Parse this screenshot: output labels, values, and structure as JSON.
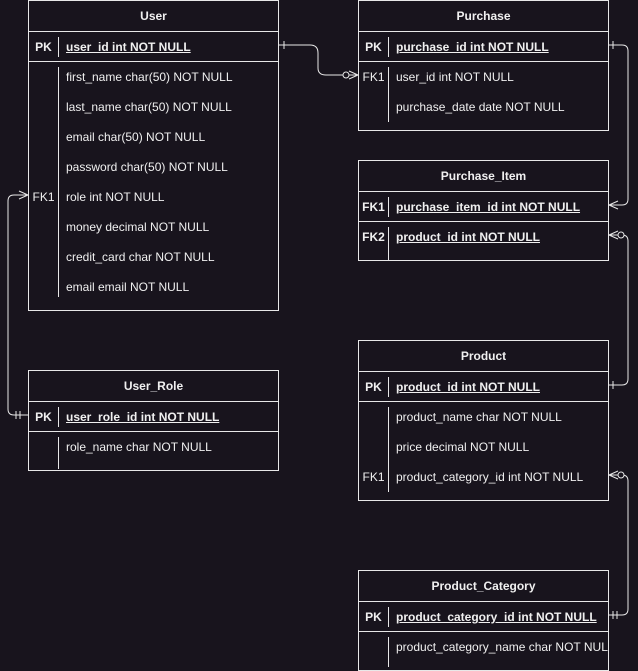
{
  "entities": {
    "user": {
      "title": "User",
      "keys": [
        {
          "key": "PK",
          "name": "user_id int NOT NULL"
        }
      ],
      "attributes": [
        {
          "key": "",
          "name": "first_name char(50) NOT NULL"
        },
        {
          "key": "",
          "name": "last_name char(50) NOT NULL"
        },
        {
          "key": "",
          "name": "email char(50) NOT NULL"
        },
        {
          "key": "",
          "name": "password char(50) NOT NULL"
        },
        {
          "key": "FK1",
          "name": "role int NOT NULL"
        },
        {
          "key": "",
          "name": "money decimal NOT NULL"
        },
        {
          "key": "",
          "name": "credit_card char NOT NULL"
        },
        {
          "key": "",
          "name": "email email NOT NULL"
        }
      ]
    },
    "user_role": {
      "title": "User_Role",
      "keys": [
        {
          "key": "PK",
          "name": "user_role_id int NOT NULL"
        }
      ],
      "attributes": [
        {
          "key": "",
          "name": "role_name char NOT NULL"
        }
      ]
    },
    "purchase": {
      "title": "Purchase",
      "keys": [
        {
          "key": "PK",
          "name": "purchase_id int NOT NULL"
        }
      ],
      "attributes": [
        {
          "key": "FK1",
          "name": "user_id int NOT NULL"
        },
        {
          "key": "",
          "name": "purchase_date date NOT NULL"
        }
      ]
    },
    "purchase_item": {
      "title": "Purchase_Item",
      "keys": [
        {
          "key": "FK1",
          "name": "purchase_item_id int NOT NULL"
        },
        {
          "key": "FK2",
          "name": "product_id int NOT NULL"
        }
      ],
      "attributes": []
    },
    "product": {
      "title": "Product",
      "keys": [
        {
          "key": "PK",
          "name": "product_id int NOT NULL"
        }
      ],
      "attributes": [
        {
          "key": "",
          "name": "product_name char NOT NULL"
        },
        {
          "key": "",
          "name": "price decimal NOT NULL"
        },
        {
          "key": "FK1",
          "name": "product_category_id int NOT NULL"
        }
      ]
    },
    "product_category": {
      "title": "Product_Category",
      "keys": [
        {
          "key": "PK",
          "name": "product_category_id int NOT NULL"
        }
      ],
      "attributes": [
        {
          "key": "",
          "name": "product_category_name char NOT NULL"
        }
      ]
    }
  },
  "colors": {
    "background": "#18141d",
    "line": "#e8e8e8",
    "text": "#f0f0f0"
  }
}
